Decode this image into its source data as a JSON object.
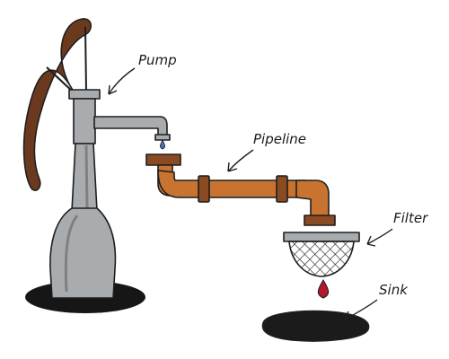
{
  "labels": {
    "pump": "Pump",
    "pipeline": "Pipeline",
    "filter": "Filter",
    "sink": "Sink"
  },
  "colors": {
    "pump_body": "#a9acae",
    "pump_shadow": "#7d8184",
    "handle": "#6b3a1e",
    "pipe": "#c8732f",
    "pipe_joint": "#8a4a22",
    "water_drop": "#4a6fb5",
    "red_drop": "#b3182b",
    "base": "#161616",
    "sink": "#1b1b1b",
    "ink": "#1e1e1e"
  }
}
